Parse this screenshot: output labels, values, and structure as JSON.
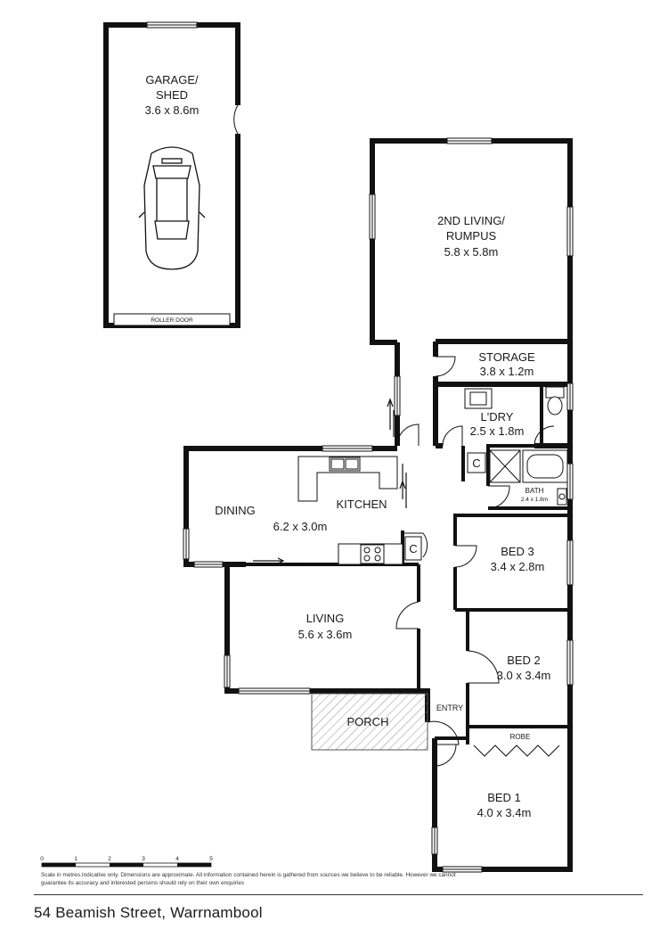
{
  "rooms": {
    "garage": {
      "name_line1": "GARAGE/",
      "name_line2": "SHED",
      "size": "3.6 x 8.6m",
      "door_label": "ROLLER DOOR"
    },
    "living2": {
      "name_line1": "2ND LIVING/",
      "name_line2": "RUMPUS",
      "size": "5.8 x 5.8m"
    },
    "storage": {
      "name": "STORAGE",
      "size": "3.8 x 1.2m"
    },
    "laundry": {
      "name": "L'DRY",
      "size": "2.5 x 1.8m"
    },
    "bath": {
      "name": "BATH",
      "size": "2.4 x 1.8m"
    },
    "dining": {
      "name": "DINING"
    },
    "kitchen": {
      "name": "KITCHEN",
      "size": "6.2 x 3.0m"
    },
    "cupboard1": {
      "name": "C"
    },
    "cupboard2": {
      "name": "C"
    },
    "bed3": {
      "name": "BED 3",
      "size": "3.4 x 2.8m"
    },
    "living": {
      "name": "LIVING",
      "size": "5.6 x 3.6m"
    },
    "bed2": {
      "name": "BED 2",
      "size": "3.0 x 3.4m"
    },
    "entry": {
      "name": "ENTRY"
    },
    "porch": {
      "name": "PORCH"
    },
    "robe": {
      "name": "ROBE"
    },
    "bed1": {
      "name": "BED 1",
      "size": "4.0 x 3.4m"
    }
  },
  "scale_bar": {
    "ticks": [
      "0",
      "1",
      "2",
      "3",
      "4",
      "5"
    ]
  },
  "disclaimer": "Scale in metres.Indicative only. Dimensions are approximate. All information contained herein is gathered from sources we believe to be reliable. However we cannot guarantee its accuracy and interested persons should rely on their own enquiries",
  "address": "54 Beamish Street, Warrnambool"
}
